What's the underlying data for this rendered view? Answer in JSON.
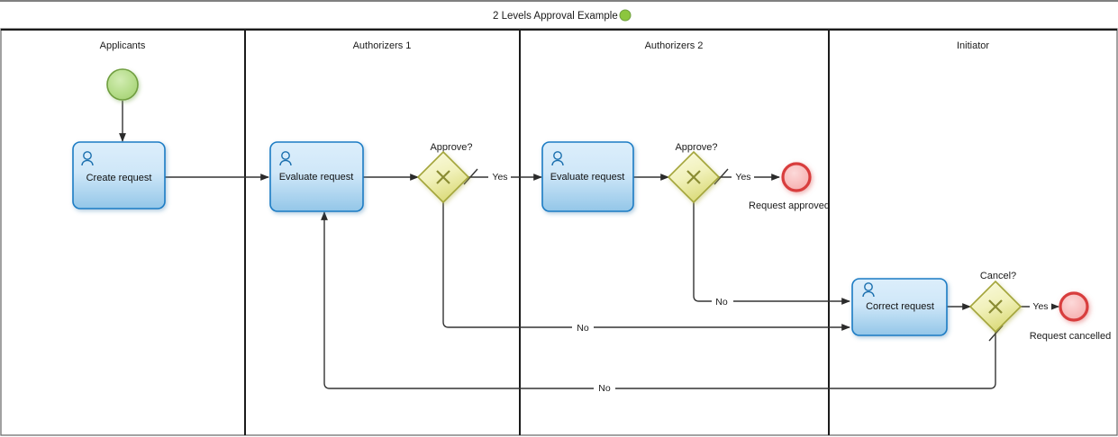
{
  "diagram": {
    "title": "2 Levels Approval Example",
    "title_icon": "green-circle-icon",
    "colors": {
      "task_fill_top": "#d3e8f8",
      "task_fill_bottom": "#9fcdeb",
      "task_stroke": "#1a7bc4",
      "gateway_fill_top": "#f7f7cf",
      "gateway_fill_bottom": "#e3e38a",
      "gateway_stroke": "#a3a53a",
      "start_fill": "#b5dc8a",
      "start_stroke": "#6f9e3f",
      "end_fill": "#f8b9b9",
      "end_stroke": "#d83c3c",
      "lane_stroke": "#1b1b1b",
      "flow_stroke": "#333333",
      "title_dot": "#8cc63e"
    }
  },
  "lanes": [
    {
      "id": "applicants",
      "label": "Applicants"
    },
    {
      "id": "authorizers1",
      "label": "Authorizers 1"
    },
    {
      "id": "authorizers2",
      "label": "Authorizers 2"
    },
    {
      "id": "initiator",
      "label": "Initiator"
    }
  ],
  "nodes": {
    "start_event": {
      "type": "start-event",
      "label": ""
    },
    "create_request": {
      "type": "user-task",
      "label": "Create request"
    },
    "evaluate_request_1": {
      "type": "user-task",
      "label": "Evaluate request"
    },
    "approve_gateway_1": {
      "type": "exclusive-gateway",
      "label": "Approve?"
    },
    "evaluate_request_2": {
      "type": "user-task",
      "label": "Evaluate request"
    },
    "approve_gateway_2": {
      "type": "exclusive-gateway",
      "label": "Approve?"
    },
    "request_approved": {
      "type": "end-event",
      "label": "Request approved"
    },
    "correct_request": {
      "type": "user-task",
      "label": "Correct request"
    },
    "cancel_gateway": {
      "type": "exclusive-gateway",
      "label": "Cancel?"
    },
    "request_cancelled": {
      "type": "end-event",
      "label": "Request cancelled"
    }
  },
  "flows": [
    {
      "id": "f1",
      "from": "start_event",
      "to": "create_request",
      "label": ""
    },
    {
      "id": "f2",
      "from": "create_request",
      "to": "evaluate_request_1",
      "label": ""
    },
    {
      "id": "f3",
      "from": "evaluate_request_1",
      "to": "approve_gateway_1",
      "label": ""
    },
    {
      "id": "f4",
      "from": "approve_gateway_1",
      "to": "evaluate_request_2",
      "label": "Yes"
    },
    {
      "id": "f5",
      "from": "approve_gateway_1",
      "to": "correct_request",
      "label": "No"
    },
    {
      "id": "f6",
      "from": "evaluate_request_2",
      "to": "approve_gateway_2",
      "label": ""
    },
    {
      "id": "f7",
      "from": "approve_gateway_2",
      "to": "request_approved",
      "label": "Yes"
    },
    {
      "id": "f8",
      "from": "approve_gateway_2",
      "to": "correct_request",
      "label": "No"
    },
    {
      "id": "f9",
      "from": "correct_request",
      "to": "cancel_gateway",
      "label": ""
    },
    {
      "id": "f10",
      "from": "cancel_gateway",
      "to": "request_cancelled",
      "label": "Yes"
    },
    {
      "id": "f11",
      "from": "cancel_gateway",
      "to": "evaluate_request_1",
      "label": "No"
    }
  ]
}
